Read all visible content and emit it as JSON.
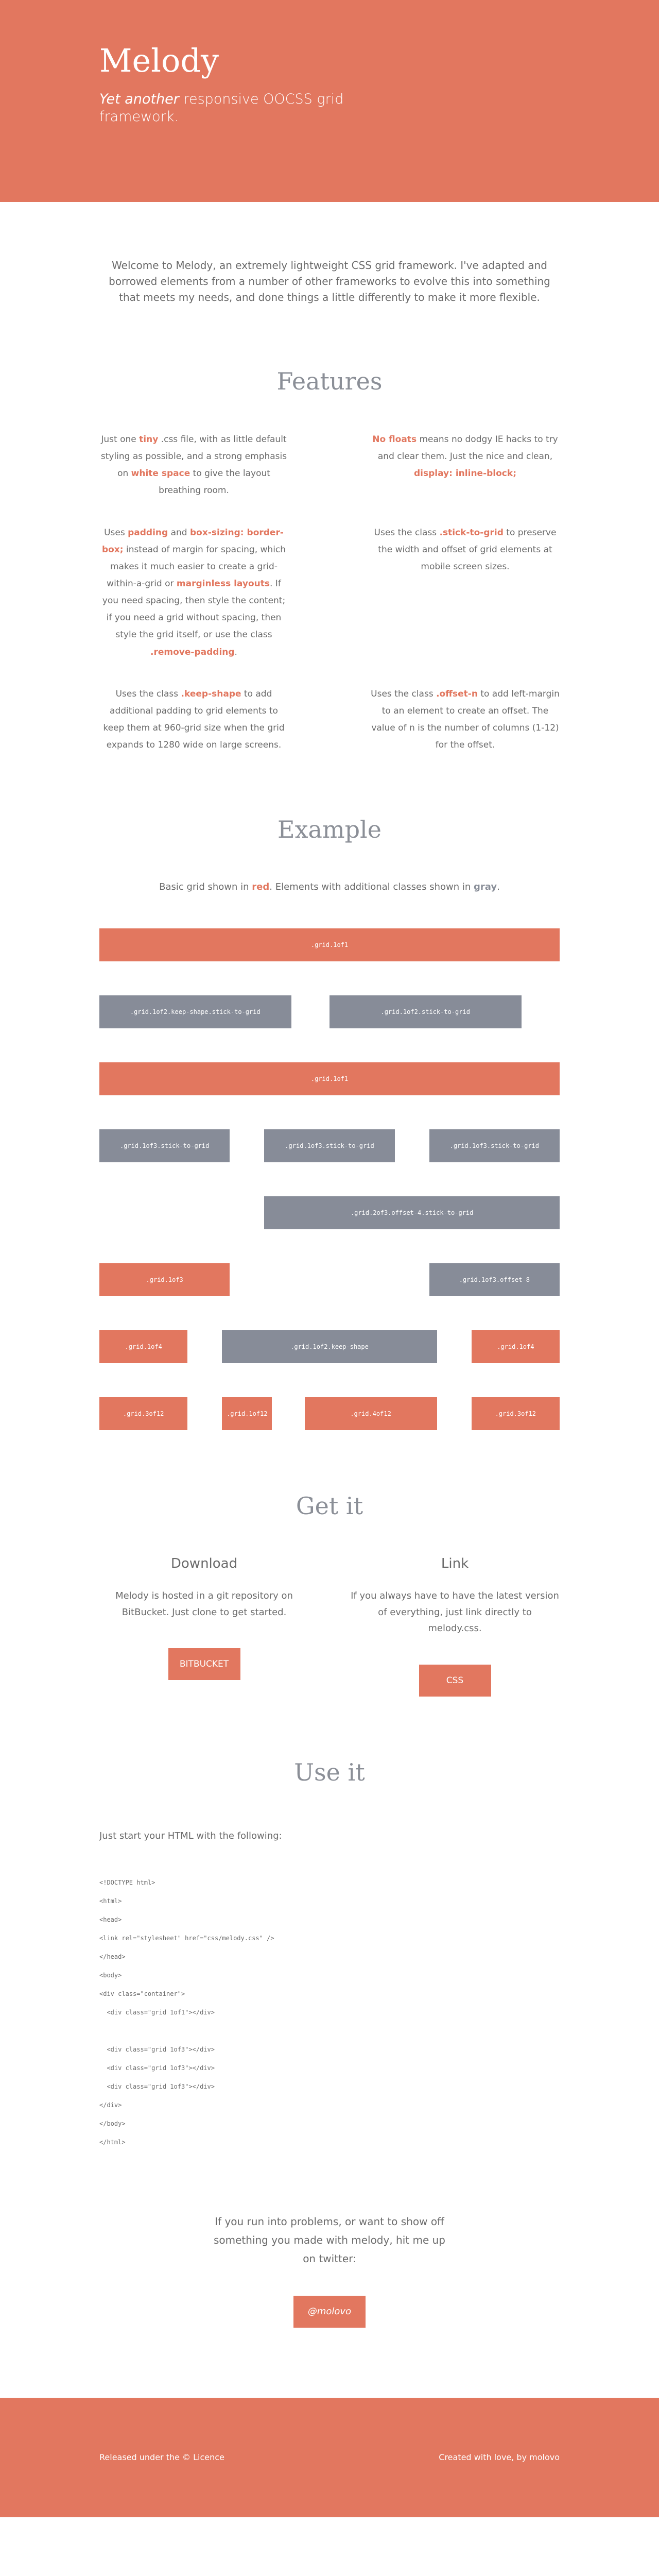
{
  "hero": {
    "title": "Melody",
    "tagline_em": "Yet another",
    "tagline_rest": " responsive OOCSS grid framework."
  },
  "intro": "Welcome to Melody, an extremely lightweight CSS grid framework. I've adapted and borrowed elements from a number of other frameworks to evolve this into something that meets my needs, and done things a little differently to make it more flexible.",
  "features": {
    "heading": "Features",
    "items": [
      {
        "t1": "Just one ",
        "h1": "tiny",
        "t2": " .css file, with as little default styling as possible, and a strong emphasis on ",
        "h2": "white space",
        "t3": " to give the layout breathing room.",
        "h3": "",
        "t4": "",
        "h4": "",
        "t5": ""
      },
      {
        "t1": "",
        "h1": "No floats",
        "t2": " means no dodgy IE hacks to try and clear them. Just the nice and clean, ",
        "h2": "display: inline-block;",
        "t3": "",
        "h3": "",
        "t4": "",
        "h4": "",
        "t5": ""
      },
      {
        "t1": "Uses ",
        "h1": "padding",
        "t2": " and ",
        "h2": "box-sizing: border-box;",
        "t3": " instead of margin for spacing, which makes it much easier to create a grid-within-a-grid or ",
        "h3": "marginless layouts",
        "t4": ". If you need spacing, then style the content; if you need a grid without spacing, then style the grid itself, or use the class ",
        "h4": ".remove-padding",
        "t5": "."
      },
      {
        "t1": "Uses the class ",
        "h1": ".stick-to-grid",
        "t2": " to preserve the width and offset of grid elements at mobile screen sizes.",
        "h2": "",
        "t3": "",
        "h3": "",
        "t4": "",
        "h4": "",
        "t5": ""
      },
      {
        "t1": "Uses the class ",
        "h1": ".keep-shape",
        "t2": " to add additional padding to grid elements to keep them at 960-grid size when the grid expands to 1280 wide on large screens.",
        "h2": "",
        "t3": "",
        "h3": "",
        "t4": "",
        "h4": "",
        "t5": ""
      },
      {
        "t1": "Uses the class ",
        "h1": ".offset-n",
        "t2": " to add left-margin to an element to create an offset. The value of n is the number of columns (1-12) for the offset.",
        "h2": "",
        "t3": "",
        "h3": "",
        "t4": "",
        "h4": "",
        "t5": ""
      }
    ]
  },
  "example": {
    "heading": "Example",
    "caption_pre": "Basic grid shown in ",
    "caption_red": "red",
    "caption_mid": ". Elements with additional classes shown in ",
    "caption_gray": "gray",
    "caption_post": ".",
    "rows": [
      [
        {
          "label": ".grid.1of1",
          "color": "red",
          "start": 0,
          "span": 12
        }
      ],
      [
        {
          "label": ".grid.1of2.keep-shape.stick-to-grid",
          "color": "gray",
          "start": 0,
          "span": 5
        },
        {
          "label": ".grid.1of2.stick-to-grid",
          "color": "gray",
          "start": 6,
          "span": 5
        }
      ],
      [
        {
          "label": ".grid.1of1",
          "color": "red",
          "start": 0,
          "span": 12
        }
      ],
      [
        {
          "label": ".grid.1of3.stick-to-grid",
          "color": "gray",
          "start": 0,
          "span": 3.4
        },
        {
          "label": ".grid.1of3.stick-to-grid",
          "color": "gray",
          "start": 4.3,
          "span": 3.4
        },
        {
          "label": ".grid.1of3.stick-to-grid",
          "color": "gray",
          "start": 8.6,
          "span": 3.4
        }
      ],
      [
        {
          "label": ".grid.2of3.offset-4.stick-to-grid",
          "color": "gray",
          "start": 4.3,
          "span": 7.7
        }
      ],
      [
        {
          "label": ".grid.1of3",
          "color": "red",
          "start": 0,
          "span": 3.4
        },
        {
          "label": ".grid.1of3.offset-8",
          "color": "gray",
          "start": 8.6,
          "span": 3.4
        }
      ],
      [
        {
          "label": ".grid.1of4",
          "color": "red",
          "start": 0,
          "span": 2.3
        },
        {
          "label": ".grid.1of2.keep-shape",
          "color": "gray",
          "start": 3.2,
          "span": 5.6
        },
        {
          "label": ".grid.1of4",
          "color": "red",
          "start": 9.7,
          "span": 2.3
        }
      ],
      [
        {
          "label": ".grid.3of12",
          "color": "red",
          "start": 0,
          "span": 2.3
        },
        {
          "label": ".grid.1of12",
          "color": "red",
          "start": 3.2,
          "span": 1.3
        },
        {
          "label": ".grid.4of12",
          "color": "red",
          "start": 5.35,
          "span": 3.45
        },
        {
          "label": ".grid.3of12",
          "color": "red",
          "start": 9.7,
          "span": 2.3
        }
      ]
    ]
  },
  "getit": {
    "heading": "Get it",
    "download": {
      "title": "Download",
      "text": "Melody is hosted in a git repository on BitBucket. Just clone to get started.",
      "button": "Bitbucket"
    },
    "link": {
      "title": "Link",
      "text": "If you always have to have the latest version of everything, just link directly to melody.css.",
      "button": "CSS"
    }
  },
  "useit": {
    "heading": "Use it",
    "lead": "Just start your HTML with the following:",
    "code": "<!DOCTYPE html>\n<html>\n<head>\n<link rel=\"stylesheet\" href=\"css/melody.css\" />\n</head>\n<body>\n<div class=\"container\">\n  <div class=\"grid 1of1\"></div>\n\n  <div class=\"grid 1of3\"></div>\n  <div class=\"grid 1of3\"></div>\n  <div class=\"grid 1of3\"></div>\n</div>\n</body>\n</html>"
  },
  "contact": {
    "text": "If you run into problems, or want to show off something you made with melody, hit me up on twitter:",
    "button": "@molovo"
  },
  "footer": {
    "left": "Released under the © Licence",
    "right": "Created with love, by molovo"
  },
  "colors": {
    "accent": "#e2775f",
    "gray_bar": "#878c98"
  }
}
